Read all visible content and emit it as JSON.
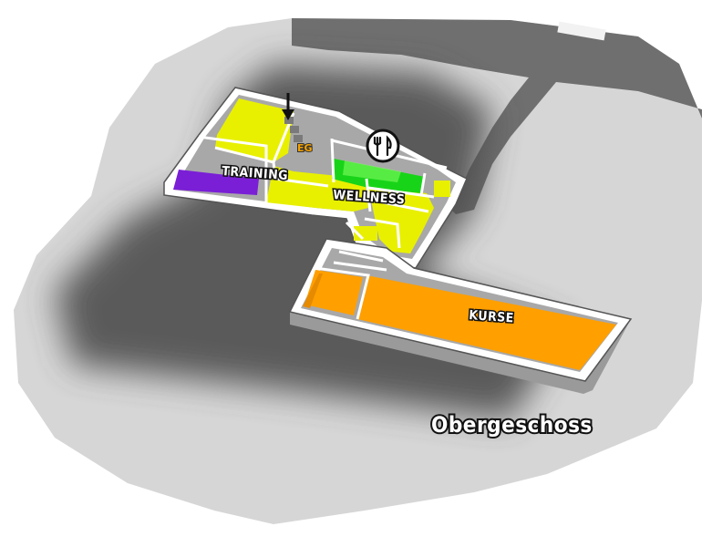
{
  "map": {
    "floor_label": "Obergeschoss",
    "rooms": [
      {
        "id": "training",
        "label": "TRAINING",
        "color": "#7a1fd6"
      },
      {
        "id": "wellness",
        "label": "WELLNESS",
        "color": "#e8f000"
      },
      {
        "id": "restaurant",
        "label": "",
        "color": "#18d418"
      },
      {
        "id": "kurse",
        "label": "KURSE",
        "color": "#ff9f00"
      }
    ],
    "stair_label": "EG",
    "icons": {
      "restaurant": "fork-knife-icon",
      "entrance": "down-arrow-icon"
    },
    "colors": {
      "terrain": "#d6d6d6",
      "shadow": "#585858",
      "road": "#6f6f6f",
      "corridor": "#c8c8c8"
    }
  }
}
